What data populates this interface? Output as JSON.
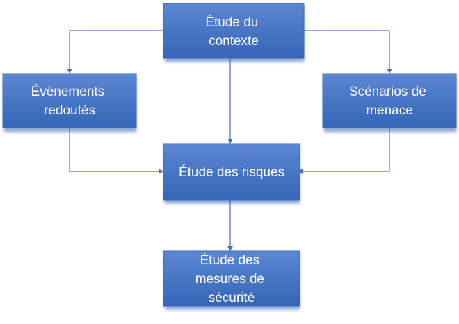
{
  "nodes": [
    {
      "id": "context",
      "lines": [
        "Étude du",
        "contexte"
      ]
    },
    {
      "id": "feared-events",
      "lines": [
        "Évènements",
        "redoutés"
      ]
    },
    {
      "id": "threat-scenarios",
      "lines": [
        "Scénarios de",
        "menace"
      ]
    },
    {
      "id": "risks",
      "lines": [
        "Étude des risques"
      ]
    },
    {
      "id": "security-measures",
      "lines": [
        "Étude des",
        "mesures de",
        "sécurité"
      ]
    }
  ],
  "edges": [
    {
      "from": "context",
      "to": "feared-events"
    },
    {
      "from": "context",
      "to": "threat-scenarios"
    },
    {
      "from": "context",
      "to": "risks"
    },
    {
      "from": "feared-events",
      "to": "risks"
    },
    {
      "from": "threat-scenarios",
      "to": "risks"
    },
    {
      "from": "risks",
      "to": "security-measures"
    }
  ],
  "colors": {
    "box_top": "#5b87d3",
    "box_bottom": "#3565b6",
    "box_border": "#3c68b8",
    "connector": "#4472c4",
    "label": "#ffffff"
  }
}
